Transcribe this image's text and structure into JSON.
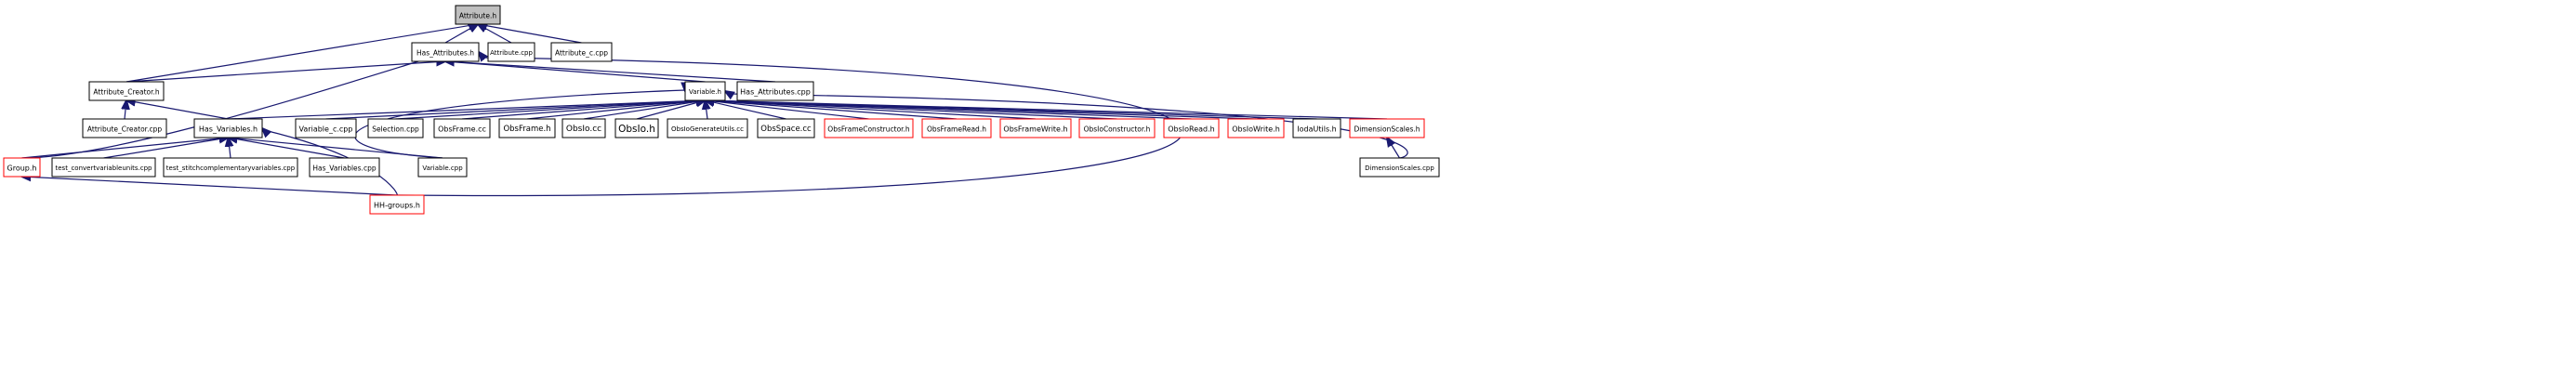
{
  "colors": {
    "edge": "#191970",
    "root_fill": "#bfbfbf",
    "normal_border": "#000000",
    "incomplete_border": "#ff0000"
  },
  "nodes": [
    {
      "id": "attribute_h",
      "label": "Attribute.h",
      "style": "root"
    },
    {
      "id": "has_attributes_h",
      "label": "Has_Attributes.h",
      "style": "normal"
    },
    {
      "id": "attribute_cpp",
      "label": "Attribute.cpp",
      "style": "normal"
    },
    {
      "id": "attribute_c_cpp",
      "label": "Attribute_c.cpp",
      "style": "normal"
    },
    {
      "id": "attribute_creator_h",
      "label": "Attribute_Creator.h",
      "style": "normal"
    },
    {
      "id": "variable_h",
      "label": "Variable.h",
      "style": "normal"
    },
    {
      "id": "has_attributes_cpp",
      "label": "Has_Attributes.cpp",
      "style": "normal"
    },
    {
      "id": "attribute_creator_cpp",
      "label": "Attribute_Creator.cpp",
      "style": "normal"
    },
    {
      "id": "has_variables_h",
      "label": "Has_Variables.h",
      "style": "normal"
    },
    {
      "id": "variable_c_cpp",
      "label": "Variable_c.cpp",
      "style": "normal"
    },
    {
      "id": "selection_cpp",
      "label": "Selection.cpp",
      "style": "normal"
    },
    {
      "id": "obsframe_cc",
      "label": "ObsFrame.cc",
      "style": "normal"
    },
    {
      "id": "obsframe_h",
      "label": "ObsFrame.h",
      "style": "normal"
    },
    {
      "id": "obsio_cc",
      "label": "ObsIo.cc",
      "style": "normal"
    },
    {
      "id": "obsio_h",
      "label": "ObsIo.h",
      "style": "normal"
    },
    {
      "id": "obsiogenerateutils_cc",
      "label": "ObsIoGenerateUtils.cc",
      "style": "normal"
    },
    {
      "id": "obsspace_cc",
      "label": "ObsSpace.cc",
      "style": "normal"
    },
    {
      "id": "obsframeconstructor_h",
      "label": "ObsFrameConstructor.h",
      "style": "incomplete"
    },
    {
      "id": "obsframeread_h",
      "label": "ObsFrameRead.h",
      "style": "incomplete"
    },
    {
      "id": "obsframewrite_h",
      "label": "ObsFrameWrite.h",
      "style": "incomplete"
    },
    {
      "id": "obsioconstructor_h",
      "label": "ObsIoConstructor.h",
      "style": "incomplete"
    },
    {
      "id": "obsioread_h",
      "label": "ObsIoRead.h",
      "style": "incomplete"
    },
    {
      "id": "obsiowrite_h",
      "label": "ObsIoWrite.h",
      "style": "incomplete"
    },
    {
      "id": "iodautils_h",
      "label": "IodaUtils.h",
      "style": "normal"
    },
    {
      "id": "dimensionscales_h",
      "label": "DimensionScales.h",
      "style": "incomplete"
    },
    {
      "id": "group_h",
      "label": "Group.h",
      "style": "incomplete"
    },
    {
      "id": "test_convertvariableunits_cpp",
      "label": "test_convertvariableunits.cpp",
      "style": "normal"
    },
    {
      "id": "test_stitchcomplementaryvariables_cpp",
      "label": "test_stitchcomplementaryvariables.cpp",
      "style": "normal"
    },
    {
      "id": "has_variables_cpp",
      "label": "Has_Variables.cpp",
      "style": "normal"
    },
    {
      "id": "variable_cpp",
      "label": "Variable.cpp",
      "style": "normal"
    },
    {
      "id": "dimensionscales_cpp",
      "label": "DimensionScales.cpp",
      "style": "normal"
    },
    {
      "id": "hh_groups_h",
      "label": "HH-groups.h",
      "style": "incomplete"
    }
  ],
  "edges": [
    [
      "has_attributes_h",
      "attribute_h"
    ],
    [
      "attribute_cpp",
      "attribute_h"
    ],
    [
      "attribute_c_cpp",
      "attribute_h"
    ],
    [
      "attribute_creator_h",
      "attribute_h"
    ],
    [
      "attribute_creator_h",
      "has_attributes_h"
    ],
    [
      "variable_h",
      "has_attributes_h"
    ],
    [
      "has_attributes_cpp",
      "has_attributes_h"
    ],
    [
      "group_h",
      "has_attributes_h"
    ],
    [
      "hh_groups_h",
      "has_attributes_h"
    ],
    [
      "attribute_creator_cpp",
      "attribute_creator_h"
    ],
    [
      "has_variables_h",
      "attribute_creator_h"
    ],
    [
      "has_variables_h",
      "variable_h"
    ],
    [
      "variable_c_cpp",
      "variable_h"
    ],
    [
      "selection_cpp",
      "variable_h"
    ],
    [
      "obsframe_cc",
      "variable_h"
    ],
    [
      "obsframe_h",
      "variable_h"
    ],
    [
      "obsio_cc",
      "variable_h"
    ],
    [
      "obsio_h",
      "variable_h"
    ],
    [
      "obsiogenerateutils_cc",
      "variable_h"
    ],
    [
      "obsspace_cc",
      "variable_h"
    ],
    [
      "obsframeconstructor_h",
      "variable_h"
    ],
    [
      "obsframeread_h",
      "variable_h"
    ],
    [
      "obsframewrite_h",
      "variable_h"
    ],
    [
      "obsioconstructor_h",
      "variable_h"
    ],
    [
      "obsioread_h",
      "variable_h"
    ],
    [
      "obsiowrite_h",
      "variable_h"
    ],
    [
      "iodautils_h",
      "variable_h"
    ],
    [
      "dimensionscales_h",
      "variable_h"
    ],
    [
      "variable_cpp",
      "variable_h"
    ],
    [
      "dimensionscales_cpp",
      "variable_h"
    ],
    [
      "group_h",
      "has_variables_h"
    ],
    [
      "test_convertvariableunits_cpp",
      "has_variables_h"
    ],
    [
      "test_stitchcomplementaryvariables_cpp",
      "has_variables_h"
    ],
    [
      "has_variables_cpp",
      "has_variables_h"
    ],
    [
      "variable_cpp",
      "has_variables_h"
    ],
    [
      "hh_groups_h",
      "has_variables_h"
    ],
    [
      "dimensionscales_cpp",
      "dimensionscales_h"
    ],
    [
      "hh_groups_h",
      "group_h"
    ]
  ]
}
